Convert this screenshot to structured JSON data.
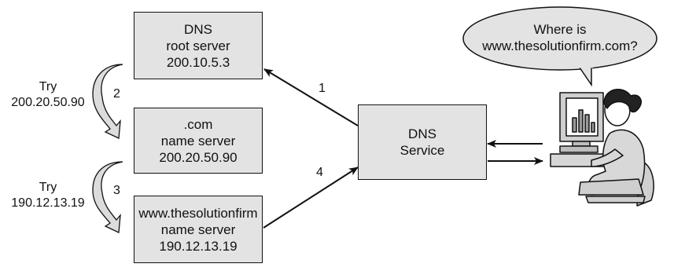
{
  "root_server": {
    "line1": "DNS",
    "line2": "root server",
    "line3": "200.10.5.3"
  },
  "com_server": {
    "line1": ".com",
    "line2": "name server",
    "line3": "200.20.50.90"
  },
  "solution_server": {
    "line1": "www.thesolutionfirm",
    "line2": "name server",
    "line3": "190.12.13.19"
  },
  "dns_service": {
    "line1": "DNS",
    "line2": "Service"
  },
  "try_1": {
    "line1": "Try",
    "line2": "200.20.50.90"
  },
  "try_2": {
    "line1": "Try",
    "line2": "190.12.13.19"
  },
  "step_labels": {
    "s1": "1",
    "s2": "2",
    "s3": "3",
    "s4": "4"
  },
  "bubble": {
    "line1": "Where is",
    "line2": "www.thesolutionfirm.com?"
  }
}
